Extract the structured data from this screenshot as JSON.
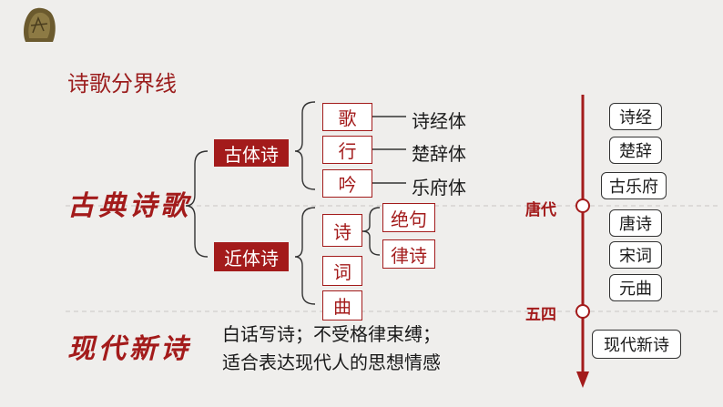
{
  "title": "诗歌分界线",
  "categories": {
    "classical": "古典诗歌",
    "modern": "现代新诗"
  },
  "classical": {
    "ancient_style": {
      "label": "古体诗",
      "items": [
        {
          "label": "歌",
          "style": "诗经体"
        },
        {
          "label": "行",
          "style": "楚辞体"
        },
        {
          "label": "吟",
          "style": "乐府体"
        }
      ]
    },
    "modern_style": {
      "label": "近体诗",
      "poem_label": "诗",
      "poem_types": [
        "绝句",
        "律诗"
      ],
      "ci": "词",
      "qu": "曲"
    }
  },
  "modern_desc": [
    "白话写诗；不受格律束缚；",
    "适合表达现代人的思想情感"
  ],
  "timeline": {
    "eras": [
      "唐代",
      "五四"
    ],
    "before_tang": [
      "诗经",
      "楚辞",
      "古乐府"
    ],
    "tang_to_may4": [
      "唐诗",
      "宋词",
      "元曲"
    ],
    "after_may4": [
      "现代新诗"
    ]
  },
  "colors": {
    "accent": "#a31b1b",
    "background": "#efeeec"
  }
}
